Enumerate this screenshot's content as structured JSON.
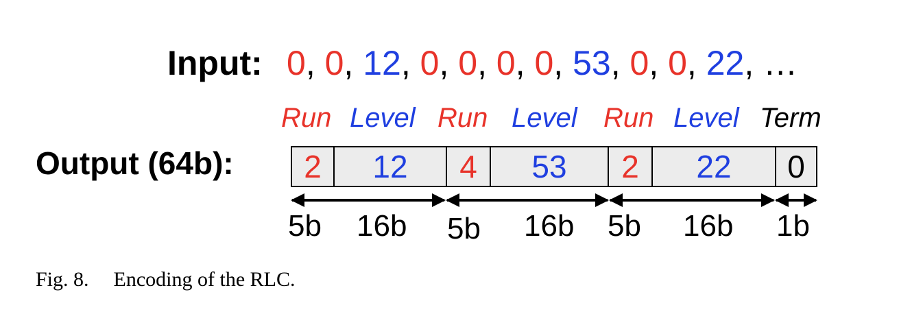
{
  "input": {
    "label": "Input:",
    "sequence": [
      {
        "text": "0",
        "color": "#e8332a"
      },
      {
        "text": "0",
        "color": "#e8332a"
      },
      {
        "text": "12",
        "color": "#1f3fe0"
      },
      {
        "text": "0",
        "color": "#e8332a"
      },
      {
        "text": "0",
        "color": "#e8332a"
      },
      {
        "text": "0",
        "color": "#e8332a"
      },
      {
        "text": "0",
        "color": "#e8332a"
      },
      {
        "text": "53",
        "color": "#1f3fe0"
      },
      {
        "text": "0",
        "color": "#e8332a"
      },
      {
        "text": "0",
        "color": "#e8332a"
      },
      {
        "text": "22",
        "color": "#1f3fe0"
      }
    ],
    "ellipsis": "…"
  },
  "output": {
    "label": "Output (64b):",
    "fields": [
      {
        "label": "Run",
        "value": "2",
        "bits": "5b",
        "color": "#e8332a"
      },
      {
        "label": "Level",
        "value": "12",
        "bits": "16b",
        "color": "#1f3fe0"
      },
      {
        "label": "Run",
        "value": "4",
        "bits": "5b",
        "color": "#e8332a"
      },
      {
        "label": "Level",
        "value": "53",
        "bits": "16b",
        "color": "#1f3fe0"
      },
      {
        "label": "Run",
        "value": "2",
        "bits": "5b",
        "color": "#e8332a"
      },
      {
        "label": "Level",
        "value": "22",
        "bits": "16b",
        "color": "#1f3fe0"
      },
      {
        "label": "Term",
        "value": "0",
        "bits": "1b",
        "color": "#000000"
      }
    ]
  },
  "caption": {
    "figure_number": "Fig. 8.",
    "text": "Encoding of the RLC."
  }
}
